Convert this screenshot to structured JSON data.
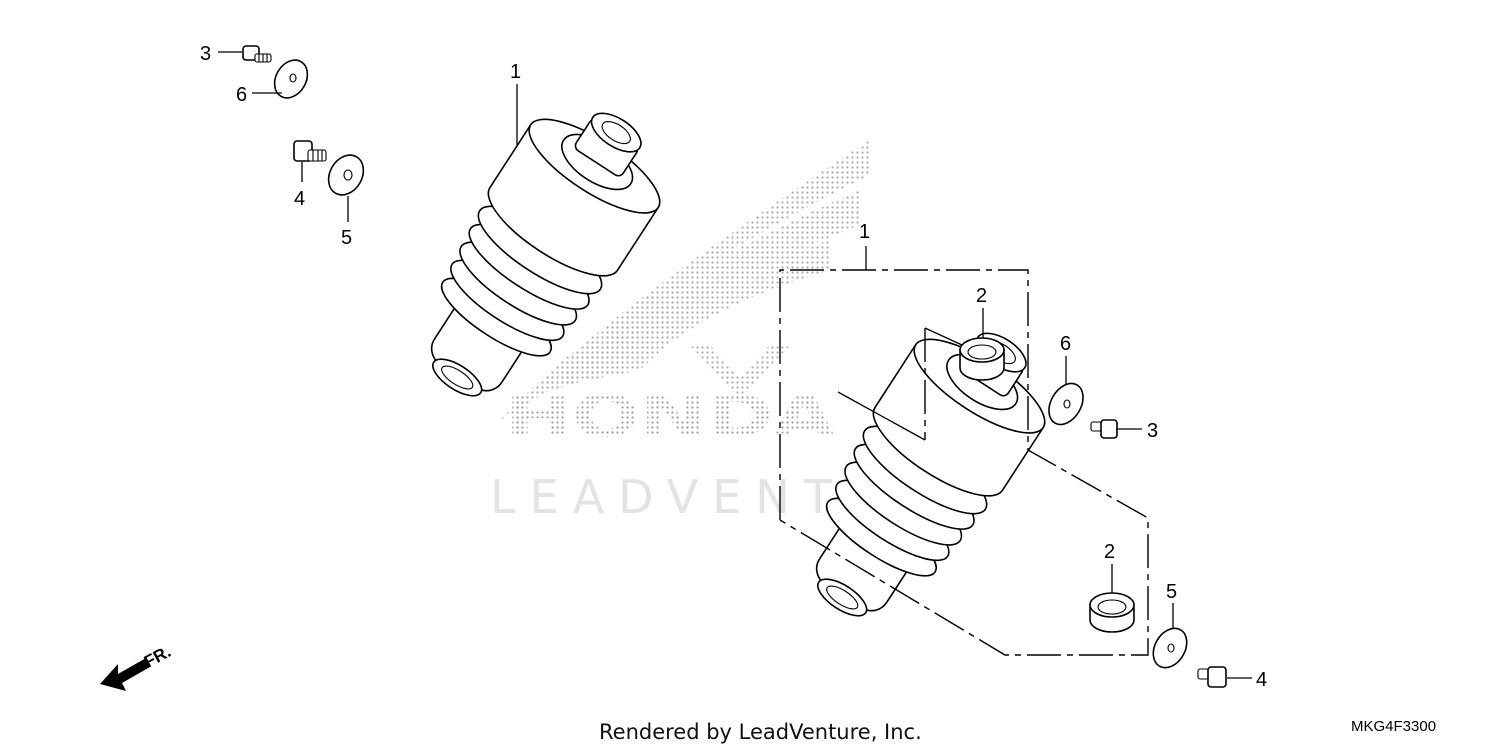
{
  "diagram": {
    "callouts": {
      "left_bolt_3": "3",
      "left_washer_6": "6",
      "left_bolt_4": "4",
      "left_washer_5": "5",
      "left_shock_1": "1",
      "right_shock_1": "1",
      "right_bushing_upper_2": "2",
      "right_washer_6": "6",
      "right_bolt_3": "3",
      "right_bushing_lower_2": "2",
      "right_washer_5": "5",
      "right_bolt_4": "4"
    },
    "direction_marker": "FR.",
    "footer_credit": "Rendered by LeadVenture, Inc.",
    "diagram_code": "MKG4F3300",
    "watermark": {
      "brand": "HONDA",
      "company": "LEADVENTURE"
    }
  }
}
